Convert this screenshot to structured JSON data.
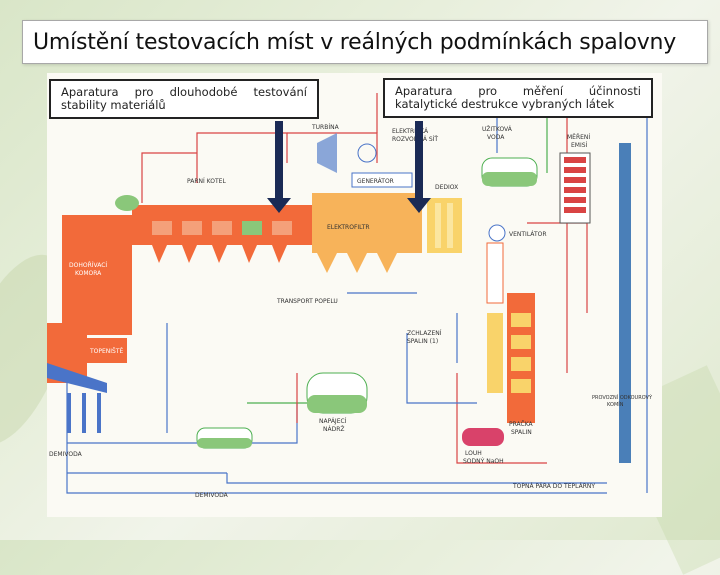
{
  "slide": {
    "title": "Umístění testovacích míst v reálných podmínkách spalovny"
  },
  "callouts": {
    "left": {
      "line1": [
        "Aparatura",
        "pro",
        "dlouhodobé",
        "testování"
      ],
      "line2": "stability materiálů"
    },
    "right": {
      "line1": [
        "Aparatura",
        "pro",
        "měření",
        "účinnosti"
      ],
      "line2": "katalytické destrukce vybraných látek"
    }
  },
  "diagram": {
    "labels": {
      "turbina": "TURBÍNA",
      "elektricka_rozvodna_1": "ELEKTRICKÁ",
      "elektricka_rozvodna_2": "ROZVODNÁ SÍŤ",
      "uzitkova_voda_1": "UŽITKOVÁ",
      "uzitkova_voda_2": "VODA",
      "mereni_emisi_1": "MĚŘENÍ",
      "mereni_emisi_2": "EMISÍ",
      "parni_kotel": "PARNÍ KOTEL",
      "generator": "GENERÁTOR",
      "dedioxin": "DEDIOX",
      "elektrofiltr": "ELEKTROFILTR",
      "ventilator": "VENTILÁTOR",
      "dohorivaci_komora_1": "DOHOŘÍVACÍ",
      "dohorivaci_komora_2": "KOMORA",
      "transport_popelu": "TRANSPORT POPELU",
      "topeniste": "TOPENIŠTĚ",
      "zchlazeni_spalin_1": "ZCHLAZENÍ",
      "zchlazeni_spalin_2": "SPALIN (1)",
      "napajeci_nadrz_1": "NAPÁJECÍ",
      "napajeci_nadrz_2": "NÁDRŽ",
      "pracka_spalin_1": "PRAČKA",
      "pracka_spalin_2": "SPALIN",
      "louh_1": "LOUH",
      "louh_2": "SODNÝ NaOH",
      "provozni_komin_1": "PROVOZNÍ ODKOUROVÝ",
      "provozni_komin_2": "KOMÍN",
      "demivoda_left": "DEMIVODA",
      "demivoda_bottom": "DEMIVODA",
      "topna_para": "TOPNÁ PÁRA DO TEPLÁRNY"
    }
  },
  "colors": {
    "boiler": "#f26a3a",
    "filter": "#f7b35a",
    "dedioxin": "#f9d36a",
    "stack": "#4a7fb8",
    "tank_green": "#8ac77a",
    "tank_red": "#d9426a",
    "pipe_red": "#d94444",
    "pipe_blue": "#4a74c8",
    "pipe_green": "#4caf50"
  }
}
